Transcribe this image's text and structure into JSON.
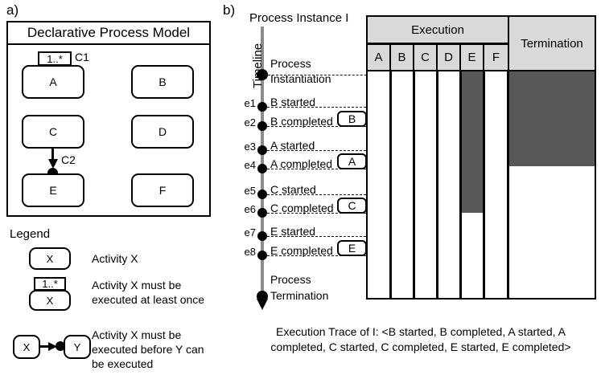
{
  "figure": {
    "part_a_label": "a)",
    "part_b_label": "b)"
  },
  "model": {
    "title": "Declarative Process Model",
    "activities": [
      {
        "id": "A",
        "label": "A"
      },
      {
        "id": "B",
        "label": "B"
      },
      {
        "id": "C",
        "label": "C"
      },
      {
        "id": "D",
        "label": "D"
      },
      {
        "id": "E",
        "label": "E"
      },
      {
        "id": "F",
        "label": "F"
      }
    ],
    "constraints": [
      {
        "id": "C1",
        "label": "C1",
        "cardinality": "1..*",
        "target": "A"
      },
      {
        "id": "C2",
        "label": "C2",
        "source": "C",
        "target": "E"
      }
    ]
  },
  "legend": {
    "heading": "Legend",
    "entries": [
      {
        "symbol": "X",
        "text": "Activity X"
      },
      {
        "symbol": "X",
        "cardinality": "1..*",
        "text": "Activity  X must be executed at least once"
      },
      {
        "symbol_from": "X",
        "symbol_to": "Y",
        "text": "Activity  X must be executed before Y can be executed"
      }
    ]
  },
  "instance": {
    "title": "Process Instance I",
    "timeline_label": "Timeline",
    "start_label_line1": "Process",
    "start_label_line2": "Instantiation",
    "end_label_line1": "Process",
    "end_label_line2": "Termination",
    "events": [
      {
        "id": "e1",
        "label": "B started",
        "badge": null
      },
      {
        "id": "e2",
        "label": "B completed",
        "badge": "B"
      },
      {
        "id": "e3",
        "label": "A started",
        "badge": null
      },
      {
        "id": "e4",
        "label": "A completed",
        "badge": "A"
      },
      {
        "id": "e5",
        "label": "C started",
        "badge": null
      },
      {
        "id": "e6",
        "label": "C completed",
        "badge": "C"
      },
      {
        "id": "e7",
        "label": "E started",
        "badge": null
      },
      {
        "id": "e8",
        "label": "E completed",
        "badge": "E"
      }
    ]
  },
  "grid": {
    "group_headers": [
      {
        "label": "Execution",
        "span": 6
      },
      {
        "label": "Termination",
        "span": 1
      }
    ],
    "columns": [
      "A",
      "B",
      "C",
      "D",
      "E",
      "F"
    ],
    "termination_column": "Termination",
    "blocked": [
      {
        "column": "E",
        "from_event": "instantiation",
        "to_event": "e6"
      },
      {
        "column": "Termination",
        "from_event": "instantiation",
        "to_event": "e4"
      }
    ]
  },
  "caption": {
    "trace_line1": "Execution Trace of I: <B started, B completed, A started, A",
    "trace_line2": "completed, C started, C completed, E started, E completed>"
  },
  "colors": {
    "header_fill": "#d9d9d9",
    "blocked_fill": "#585858",
    "timeline_axis": "#8c8c8c",
    "stroke": "#000000"
  }
}
